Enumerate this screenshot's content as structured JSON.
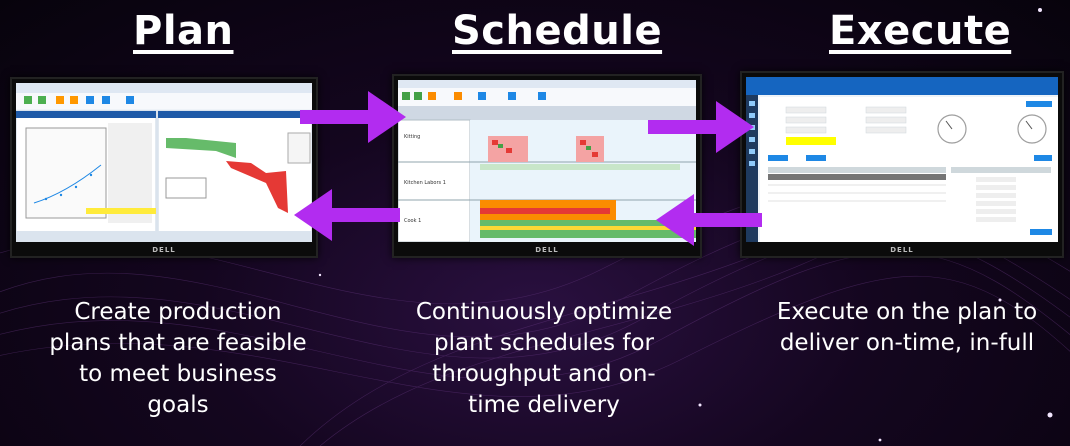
{
  "headings": {
    "plan": "Plan",
    "schedule": "Schedule",
    "execute": "Execute"
  },
  "monitor_brand": "DELL",
  "descriptions": {
    "plan": [
      "Create production",
      "plans that are feasible",
      "to meet business",
      "goals"
    ],
    "schedule": [
      "Continuously optimize",
      "plant schedules for",
      "throughput and on-",
      "time delivery"
    ],
    "execute": [
      "Execute on the plan to",
      "deliver on-time, in-full"
    ]
  },
  "colors": {
    "arrow": "#b22cf0",
    "screen_header_blue": "#1565c0",
    "gantt_red": "#e53935",
    "gantt_green": "#43a047",
    "gantt_orange": "#fb8c00",
    "gauge_line": "#9e9e9e",
    "highlight_yellow": "#ffff00"
  },
  "icons": [
    "arrow-right-icon",
    "arrow-left-icon"
  ]
}
